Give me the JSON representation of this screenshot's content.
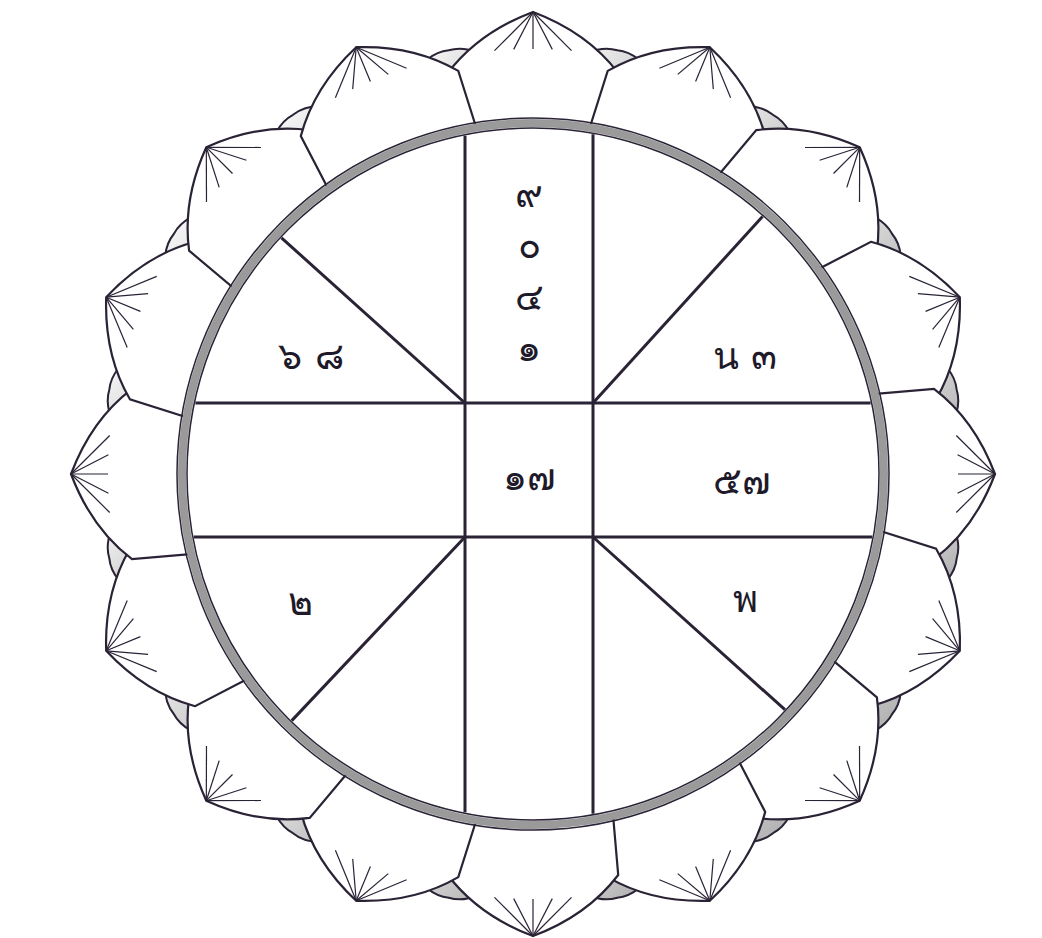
{
  "diagram": {
    "labels": [
      "๙ ๐ ๔ ๑",
      "๖ ๘",
      "น ๓",
      "๑๗",
      "๕๗",
      "๒",
      "พ"
    ]
  }
}
